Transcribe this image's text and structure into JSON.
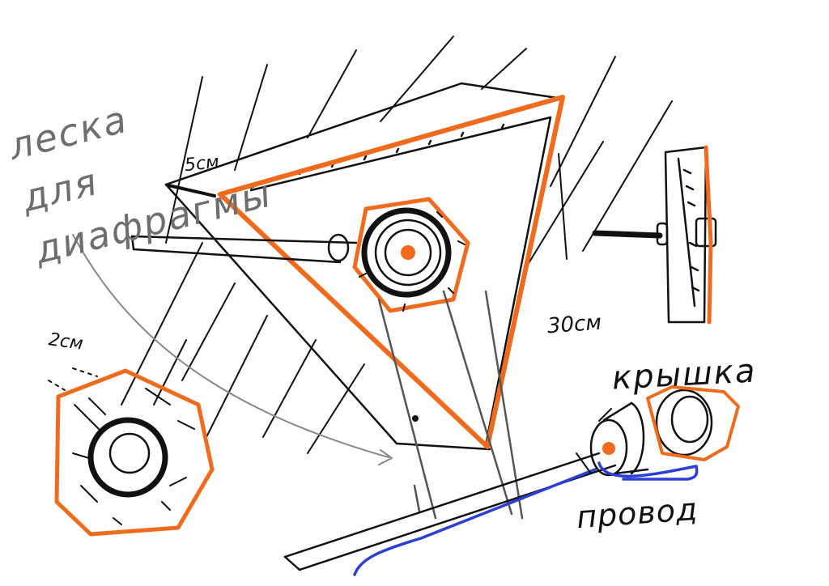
{
  "labels": {
    "fishing_line": "леска для диафрагмы",
    "width_5cm": "5см",
    "size_2cm": "2см",
    "height_30cm": "30см",
    "cap": "крышка",
    "wire": "провод"
  },
  "colors": {
    "outline": "#111111",
    "accent": "#f26b1d",
    "wire": "#2b3fd6",
    "pencil": "#6e6e6e"
  }
}
